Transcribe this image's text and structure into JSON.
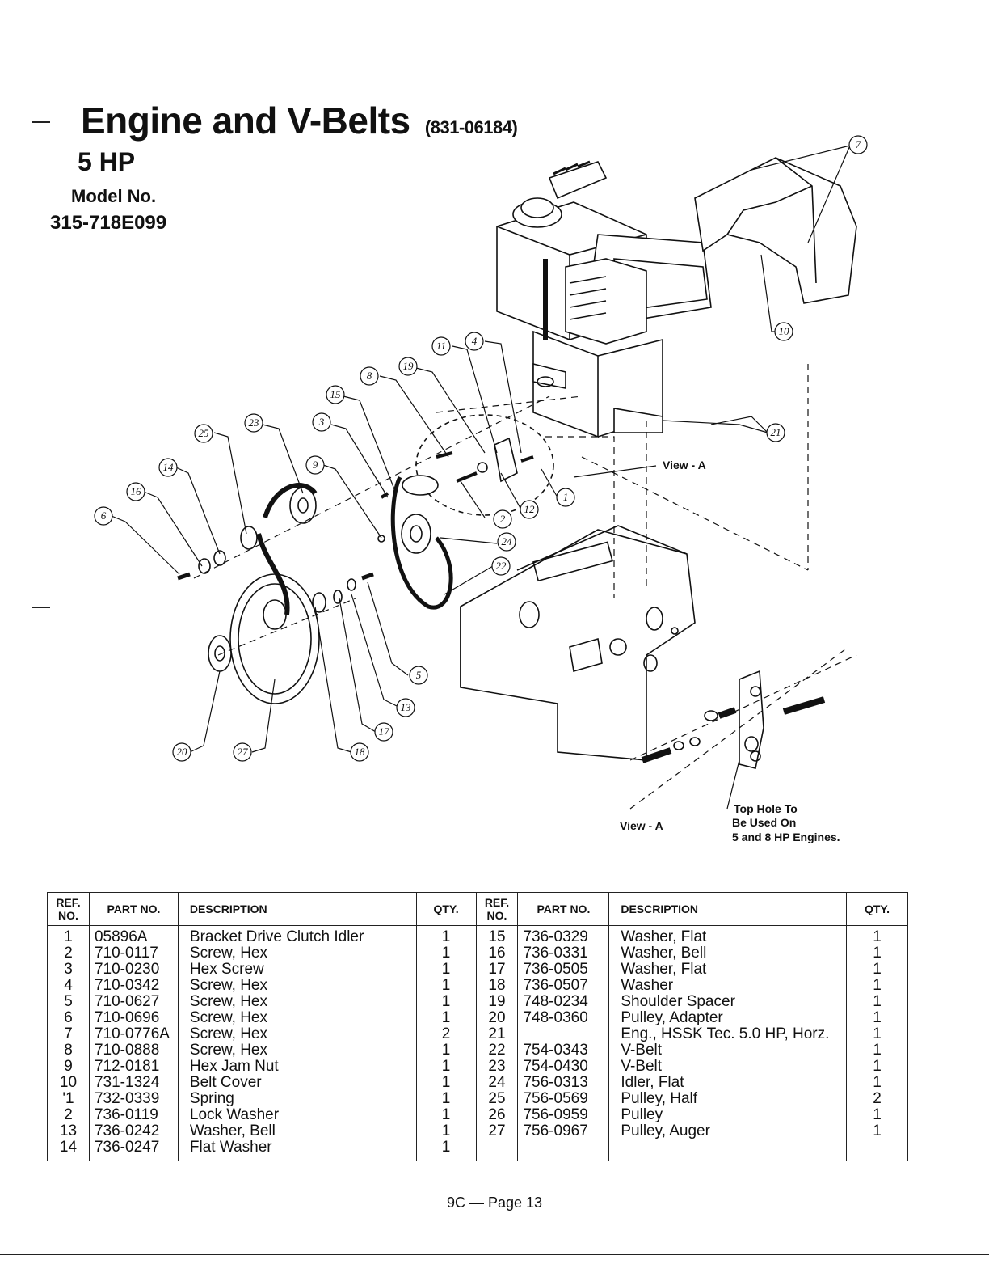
{
  "header": {
    "title": "Engine and V-Belts",
    "part_number": "(831-06184)",
    "hp": "5 HP",
    "model_label": "Model No.",
    "model_number": "315-718E099"
  },
  "diagram": {
    "view_label": "View - A",
    "view_label_bottom": "View - A",
    "note_line1": "Top Hole To",
    "note_line2": "Be Used On",
    "note_line3": "5 and 8 HP Engines.",
    "callouts": [
      "7",
      "10",
      "21",
      "4",
      "11",
      "19",
      "8",
      "15",
      "3",
      "9",
      "23",
      "25",
      "14",
      "16",
      "6",
      "1",
      "12",
      "2",
      "24",
      "22",
      "5",
      "13",
      "17",
      "18",
      "27",
      "20"
    ]
  },
  "table": {
    "headers": {
      "ref": "REF. NO.",
      "part": "PART NO.",
      "description": "DESCRIPTION",
      "qty": "QTY."
    },
    "rows": [
      {
        "ref": "1",
        "part": "05896A",
        "desc": "Bracket Drive Clutch Idler",
        "qty": "1",
        "ref2": "15",
        "part2": "736-0329",
        "desc2": "Washer, Flat",
        "qty2": "1"
      },
      {
        "ref": "2",
        "part": "710-0117",
        "desc": "Screw, Hex",
        "qty": "1",
        "ref2": "16",
        "part2": "736-0331",
        "desc2": "Washer, Bell",
        "qty2": "1"
      },
      {
        "ref": "3",
        "part": "710-0230",
        "desc": "Hex Screw",
        "qty": "1",
        "ref2": "17",
        "part2": "736-0505",
        "desc2": "Washer, Flat",
        "qty2": "1"
      },
      {
        "ref": "4",
        "part": "710-0342",
        "desc": "Screw, Hex",
        "qty": "1",
        "ref2": "18",
        "part2": "736-0507",
        "desc2": "Washer",
        "qty2": "1"
      },
      {
        "ref": "5",
        "part": "710-0627",
        "desc": "Screw, Hex",
        "qty": "1",
        "ref2": "19",
        "part2": "748-0234",
        "desc2": "Shoulder Spacer",
        "qty2": "1"
      },
      {
        "ref": "6",
        "part": "710-0696",
        "desc": "Screw, Hex",
        "qty": "1",
        "ref2": "20",
        "part2": "748-0360",
        "desc2": "Pulley, Adapter",
        "qty2": "1"
      },
      {
        "ref": "7",
        "part": "710-0776A",
        "desc": "Screw, Hex",
        "qty": "2",
        "ref2": "21",
        "part2": "",
        "desc2": "Eng., HSSK Tec. 5.0 HP, Horz.",
        "qty2": "1"
      },
      {
        "ref": "8",
        "part": "710-0888",
        "desc": "Screw, Hex",
        "qty": "1",
        "ref2": "22",
        "part2": "754-0343",
        "desc2": "V-Belt",
        "qty2": "1"
      },
      {
        "ref": "9",
        "part": "712-0181",
        "desc": "Hex Jam Nut",
        "qty": "1",
        "ref2": "23",
        "part2": "754-0430",
        "desc2": "V-Belt",
        "qty2": "1"
      },
      {
        "ref": "10",
        "part": "731-1324",
        "desc": "Belt Cover",
        "qty": "1",
        "ref2": "24",
        "part2": "756-0313",
        "desc2": "Idler, Flat",
        "qty2": "1"
      },
      {
        "ref": "'1",
        "part": "732-0339",
        "desc": "Spring",
        "qty": "1",
        "ref2": "25",
        "part2": "756-0569",
        "desc2": "Pulley, Half",
        "qty2": "2"
      },
      {
        "ref": "2",
        "part": "736-0119",
        "desc": "Lock Washer",
        "qty": "1",
        "ref2": "26",
        "part2": "756-0959",
        "desc2": "Pulley",
        "qty2": "1"
      },
      {
        "ref": "13",
        "part": "736-0242",
        "desc": "Washer, Bell",
        "qty": "1",
        "ref2": "27",
        "part2": "756-0967",
        "desc2": "Pulley, Auger",
        "qty2": "1"
      },
      {
        "ref": "14",
        "part": "736-0247",
        "desc": "Flat Washer",
        "qty": "1",
        "ref2": "",
        "part2": "",
        "desc2": "",
        "qty2": ""
      }
    ]
  },
  "footer": {
    "page": "9C — Page 13"
  }
}
